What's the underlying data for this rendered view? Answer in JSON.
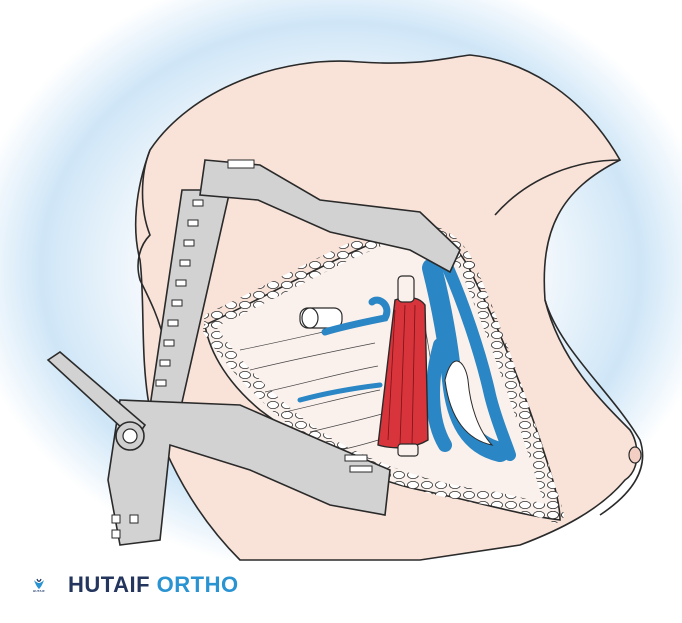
{
  "brand": {
    "name_primary": "HUTAIF",
    "name_secondary": "ORTHO",
    "mark_text": "HUTAIF",
    "colors": {
      "primary": "#24355e",
      "secondary": "#2a93d1"
    }
  },
  "illustration": {
    "colors": {
      "background_glow": "#cfe6f7",
      "skin": "#f9e3d9",
      "instrument": "#d2d2d2",
      "vessel": "#2a86c4",
      "muscle": "#d8343b",
      "fat": "#ffffff",
      "outline": "#2a2a2a"
    },
    "icons": [
      "retractor-icon",
      "vessel-icon",
      "muscle-icon",
      "screw-icon"
    ]
  }
}
